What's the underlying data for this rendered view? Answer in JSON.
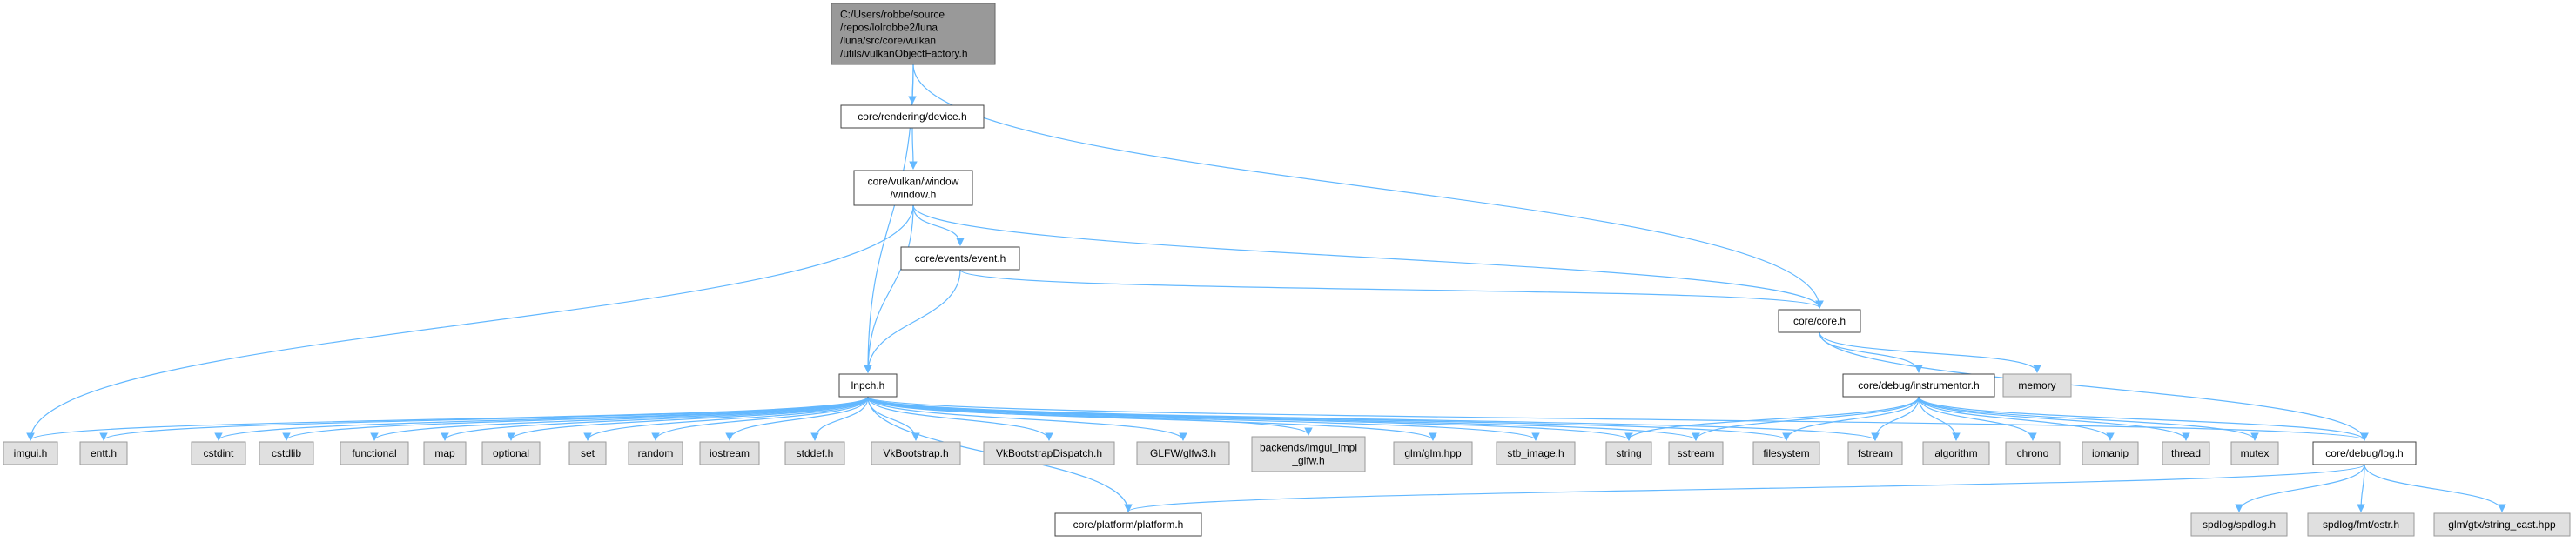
{
  "colors": {
    "edge": "#63b8ff",
    "node_fill": "#ffffff",
    "node_border": "#404040",
    "external_fill": "#e0e0e0",
    "external_border": "#999999",
    "root_fill": "#999999",
    "root_border": "#666666"
  },
  "nodes": {
    "root": {
      "lines": [
        "C:/Users/robbe/source",
        "/repos/lolrobbe2/luna",
        "/luna/src/core/vulkan",
        "/utils/vulkanObjectFactory.h"
      ],
      "kind": "root"
    },
    "device": {
      "lines": [
        "core/rendering/device.h"
      ],
      "kind": "file"
    },
    "window": {
      "lines": [
        "core/vulkan/window",
        "/window.h"
      ],
      "kind": "file"
    },
    "event": {
      "lines": [
        "core/events/event.h"
      ],
      "kind": "file"
    },
    "core": {
      "lines": [
        "core/core.h"
      ],
      "kind": "file"
    },
    "lnpch": {
      "lines": [
        "lnpch.h"
      ],
      "kind": "file"
    },
    "instrumentor": {
      "lines": [
        "core/debug/instrumentor.h"
      ],
      "kind": "file"
    },
    "memory": {
      "lines": [
        "memory"
      ],
      "kind": "external"
    },
    "log": {
      "lines": [
        "core/debug/log.h"
      ],
      "kind": "file"
    },
    "platform": {
      "lines": [
        "core/platform/platform.h"
      ],
      "kind": "file"
    },
    "imgui": {
      "lines": [
        "imgui.h"
      ],
      "kind": "external"
    },
    "entt": {
      "lines": [
        "entt.h"
      ],
      "kind": "external"
    },
    "cstdint": {
      "lines": [
        "cstdint"
      ],
      "kind": "external"
    },
    "cstdlib": {
      "lines": [
        "cstdlib"
      ],
      "kind": "external"
    },
    "functional": {
      "lines": [
        "functional"
      ],
      "kind": "external"
    },
    "map": {
      "lines": [
        "map"
      ],
      "kind": "external"
    },
    "optional": {
      "lines": [
        "optional"
      ],
      "kind": "external"
    },
    "set": {
      "lines": [
        "set"
      ],
      "kind": "external"
    },
    "random": {
      "lines": [
        "random"
      ],
      "kind": "external"
    },
    "iostream": {
      "lines": [
        "iostream"
      ],
      "kind": "external"
    },
    "stddef": {
      "lines": [
        "stddef.h"
      ],
      "kind": "external"
    },
    "vkbootstrap": {
      "lines": [
        "VkBootstrap.h"
      ],
      "kind": "external"
    },
    "vkbootstrapdispatch": {
      "lines": [
        "VkBootstrapDispatch.h"
      ],
      "kind": "external"
    },
    "glfw": {
      "lines": [
        "GLFW/glfw3.h"
      ],
      "kind": "external"
    },
    "imgui_impl": {
      "lines": [
        "backends/imgui_impl",
        "_glfw.h"
      ],
      "kind": "external"
    },
    "glm": {
      "lines": [
        "glm/glm.hpp"
      ],
      "kind": "external"
    },
    "stb_image": {
      "lines": [
        "stb_image.h"
      ],
      "kind": "external"
    },
    "string": {
      "lines": [
        "string"
      ],
      "kind": "external"
    },
    "sstream": {
      "lines": [
        "sstream"
      ],
      "kind": "external"
    },
    "filesystem": {
      "lines": [
        "filesystem"
      ],
      "kind": "external"
    },
    "fstream": {
      "lines": [
        "fstream"
      ],
      "kind": "external"
    },
    "algorithm": {
      "lines": [
        "algorithm"
      ],
      "kind": "external"
    },
    "chrono": {
      "lines": [
        "chrono"
      ],
      "kind": "external"
    },
    "iomanip": {
      "lines": [
        "iomanip"
      ],
      "kind": "external"
    },
    "thread": {
      "lines": [
        "thread"
      ],
      "kind": "external"
    },
    "mutex": {
      "lines": [
        "mutex"
      ],
      "kind": "external"
    },
    "spdlog": {
      "lines": [
        "spdlog/spdlog.h"
      ],
      "kind": "external"
    },
    "ostr": {
      "lines": [
        "spdlog/fmt/ostr.h"
      ],
      "kind": "external"
    },
    "string_cast": {
      "lines": [
        "glm/gtx/string_cast.hpp"
      ],
      "kind": "external"
    }
  },
  "edges": [
    [
      "root",
      "device"
    ],
    [
      "root",
      "lnpch"
    ],
    [
      "root",
      "core"
    ],
    [
      "device",
      "window"
    ],
    [
      "window",
      "event"
    ],
    [
      "window",
      "core"
    ],
    [
      "window",
      "lnpch"
    ],
    [
      "window",
      "imgui"
    ],
    [
      "event",
      "core"
    ],
    [
      "event",
      "lnpch"
    ],
    [
      "core",
      "instrumentor"
    ],
    [
      "core",
      "memory"
    ],
    [
      "core",
      "log"
    ],
    [
      "lnpch",
      "imgui"
    ],
    [
      "lnpch",
      "entt"
    ],
    [
      "lnpch",
      "cstdint"
    ],
    [
      "lnpch",
      "cstdlib"
    ],
    [
      "lnpch",
      "functional"
    ],
    [
      "lnpch",
      "map"
    ],
    [
      "lnpch",
      "optional"
    ],
    [
      "lnpch",
      "set"
    ],
    [
      "lnpch",
      "random"
    ],
    [
      "lnpch",
      "iostream"
    ],
    [
      "lnpch",
      "stddef"
    ],
    [
      "lnpch",
      "vkbootstrap"
    ],
    [
      "lnpch",
      "vkbootstrapdispatch"
    ],
    [
      "lnpch",
      "glfw"
    ],
    [
      "lnpch",
      "imgui_impl"
    ],
    [
      "lnpch",
      "glm"
    ],
    [
      "lnpch",
      "stb_image"
    ],
    [
      "lnpch",
      "string"
    ],
    [
      "lnpch",
      "sstream"
    ],
    [
      "lnpch",
      "filesystem"
    ],
    [
      "lnpch",
      "fstream"
    ],
    [
      "lnpch",
      "platform"
    ],
    [
      "lnpch",
      "log"
    ],
    [
      "instrumentor",
      "string"
    ],
    [
      "instrumentor",
      "sstream"
    ],
    [
      "instrumentor",
      "filesystem"
    ],
    [
      "instrumentor",
      "fstream"
    ],
    [
      "instrumentor",
      "algorithm"
    ],
    [
      "instrumentor",
      "chrono"
    ],
    [
      "instrumentor",
      "iomanip"
    ],
    [
      "instrumentor",
      "thread"
    ],
    [
      "instrumentor",
      "mutex"
    ],
    [
      "instrumentor",
      "log"
    ],
    [
      "log",
      "platform"
    ],
    [
      "log",
      "spdlog"
    ],
    [
      "log",
      "ostr"
    ],
    [
      "log",
      "string_cast"
    ]
  ]
}
